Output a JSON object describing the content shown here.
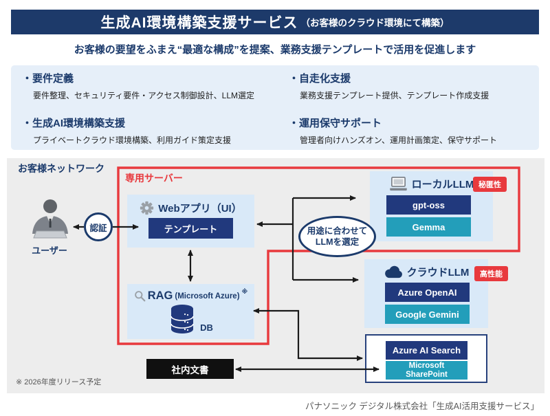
{
  "header": {
    "title": "生成AI環境構築支援サービス",
    "title_note": "（お客様のクラウド環境にて構築）"
  },
  "subtitle": "お客様の要望をふまえ“最適な構成”を提案、業務支援テンプレートで活用を促進します",
  "features": {
    "items": [
      {
        "heading": "・要件定義",
        "desc": "要件整理、セキュリティ要件・アクセス制御設計、LLM選定"
      },
      {
        "heading": "・生成AI環境構築支援",
        "desc": "プライベートクラウド環境構築、利用ガイド策定支援"
      },
      {
        "heading": "・自走化支援",
        "desc": "業務支援テンプレート提供、テンプレート作成支援"
      },
      {
        "heading": "・運用保守サポート",
        "desc": "管理者向けハンズオン、運用計画策定、保守サポート"
      }
    ]
  },
  "diagram": {
    "network_label": "お客様ネットワーク",
    "user_label": "ユーザー",
    "auth_label": "認証",
    "server_label": "専用サーバー",
    "webapp": {
      "title": "Webアプリ（UI）",
      "template_button": "テンプレート"
    },
    "rag": {
      "title": "RAG",
      "title_note": "(Microsoft Azure)",
      "sup": "※",
      "db_label": "DB"
    },
    "selector_note_line1": "用途に合わせて",
    "selector_note_line2": "LLMを選定",
    "local_llm": {
      "title": "ローカルLLM",
      "badge": "秘匿性",
      "models": [
        "gpt-oss",
        "Gemma"
      ]
    },
    "cloud_llm": {
      "title": "クラウドLLM",
      "badge": "高性能",
      "models": [
        "Azure OpenAI",
        "Google Gemini"
      ]
    },
    "search": {
      "items": [
        "Azure AI Search",
        "Microsoft SharePoint"
      ]
    },
    "internal_docs": "社内文書",
    "footnote": "※ 2026年度リリース予定"
  },
  "footer": "パナソニック デジタル株式会社「生成AI活用支援サービス」",
  "colors": {
    "navy": "#1b3a6b",
    "button_navy": "#21397d",
    "teal": "#239eba",
    "light_blue_box": "#d9e9f8",
    "feature_panel": "#e6eff9",
    "diagram_panel": "#ededed",
    "accent_red": "#e8393d",
    "docs_black": "#101010"
  }
}
